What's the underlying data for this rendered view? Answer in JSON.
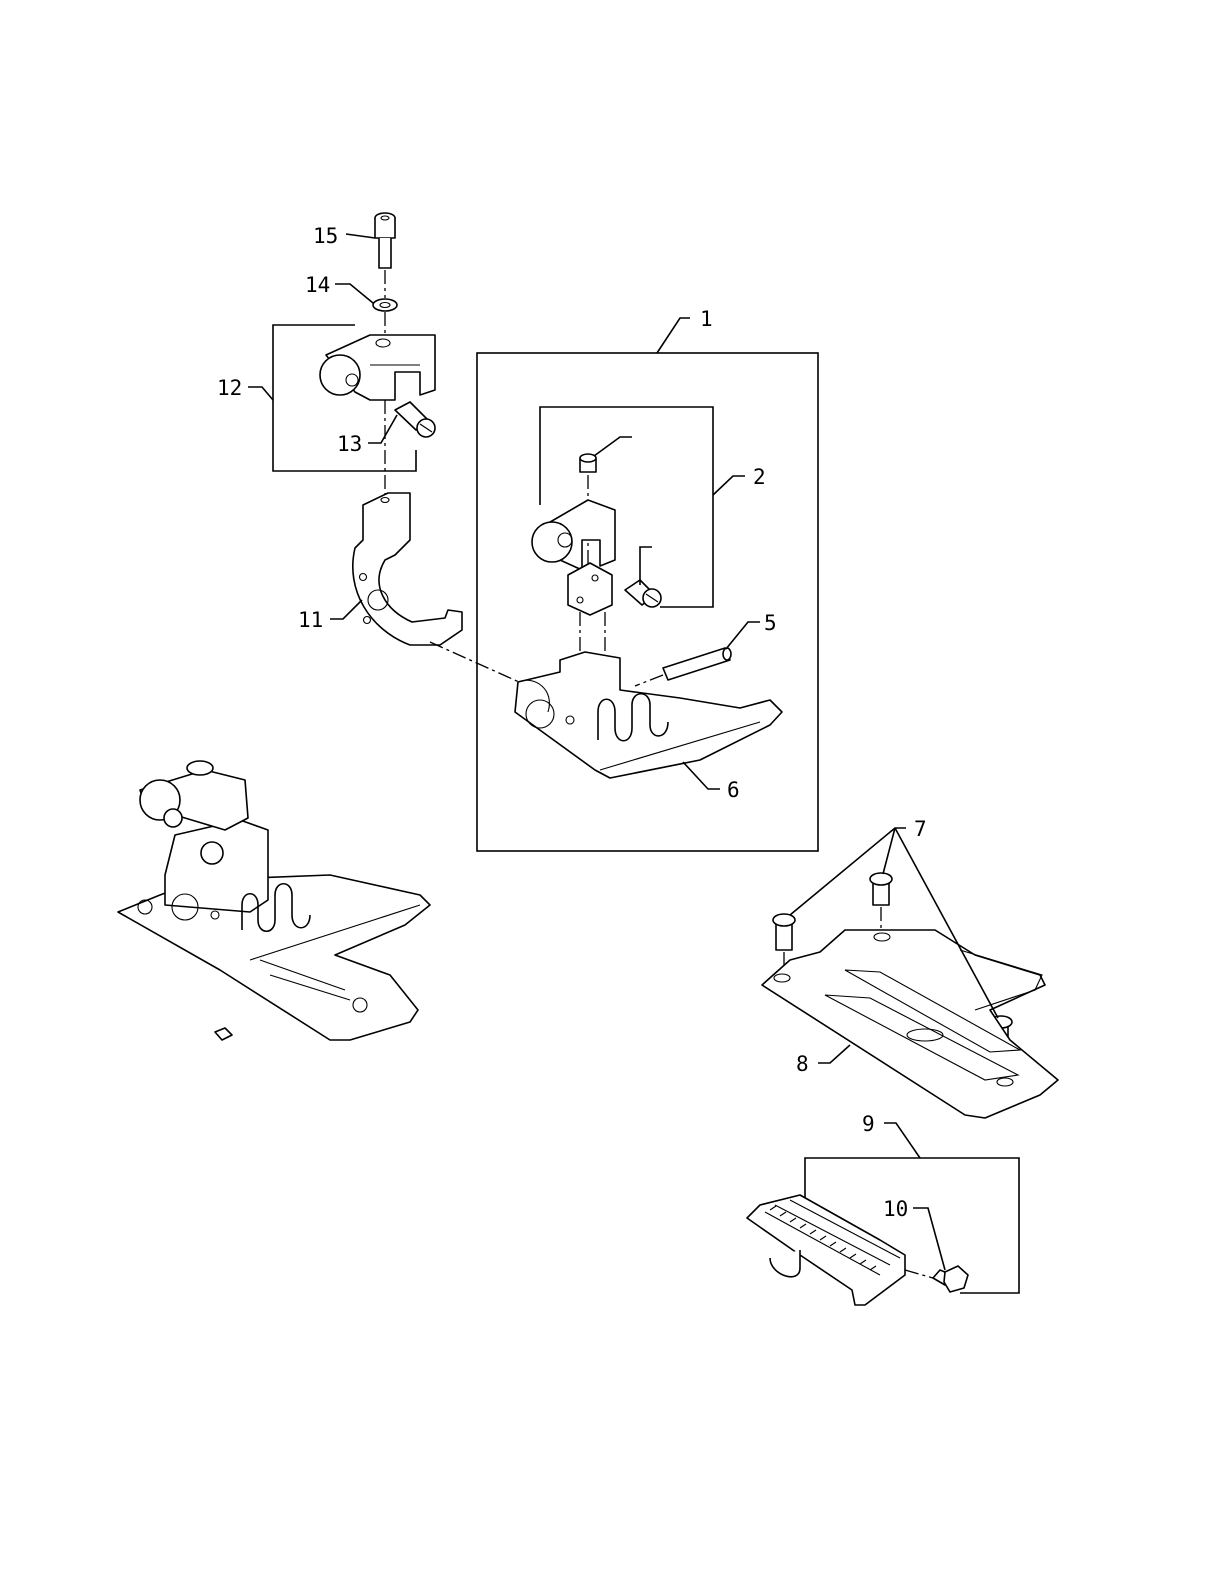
{
  "callouts": {
    "c1": "1",
    "c2": "2",
    "c5": "5",
    "c6": "6",
    "c7": "7",
    "c8": "8",
    "c9": "9",
    "c10": "10",
    "c11": "11",
    "c12": "12",
    "c13": "13",
    "c14": "14",
    "c15": "15"
  },
  "colors": {
    "line": "#000000",
    "background": "#ffffff"
  }
}
